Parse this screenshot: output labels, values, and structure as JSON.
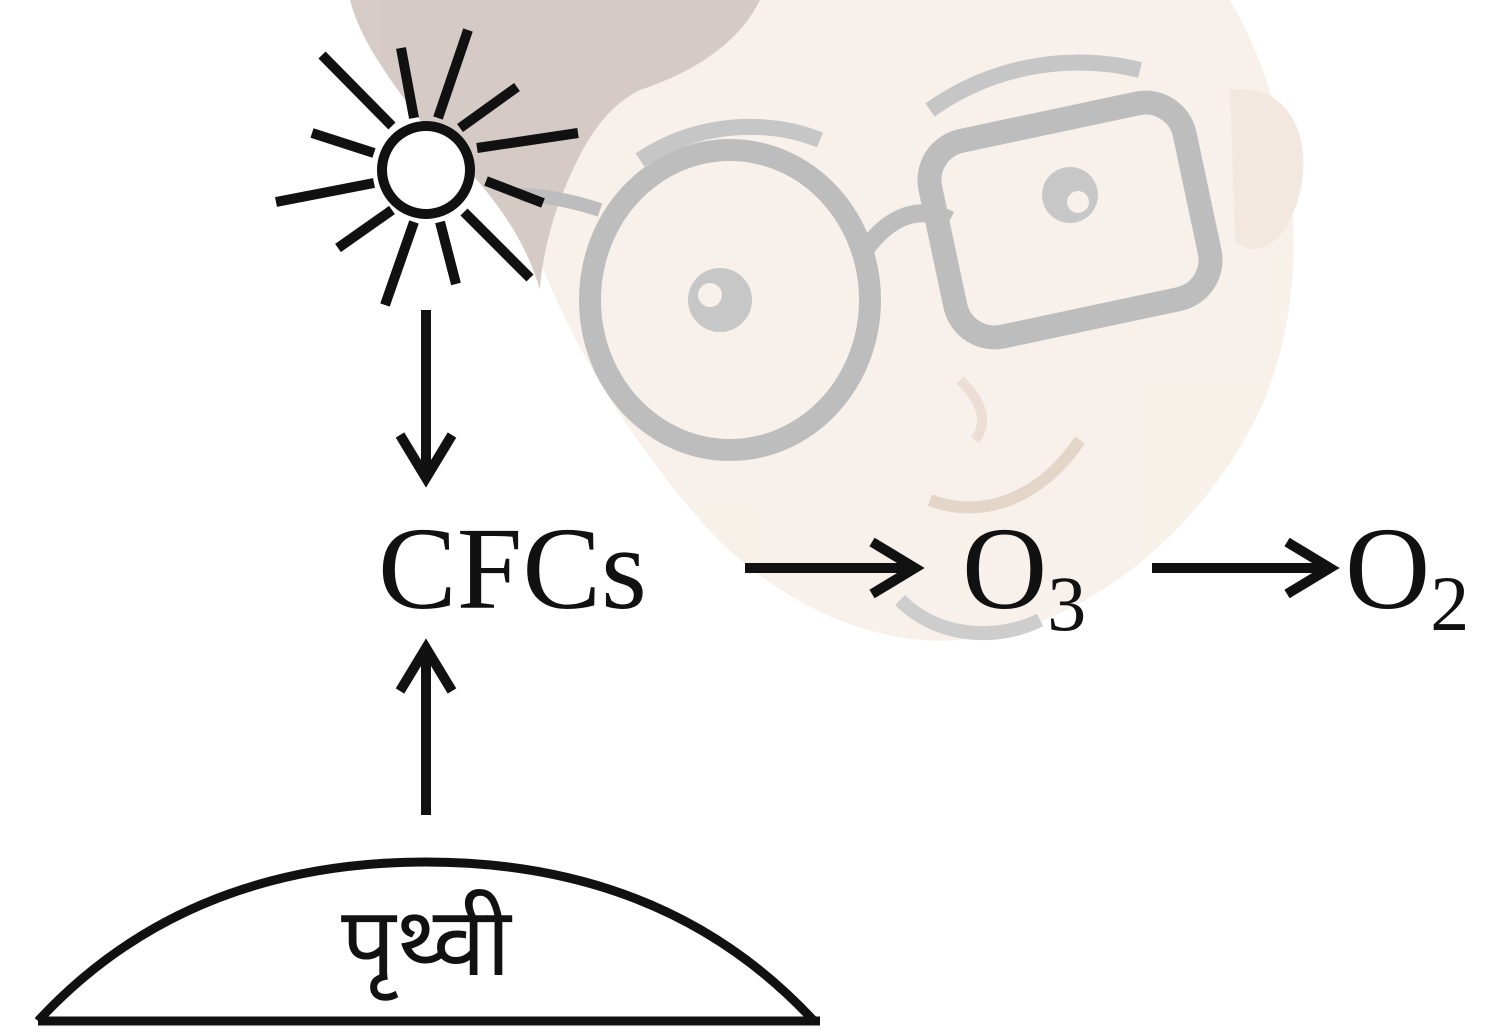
{
  "diagram": {
    "nodes": {
      "cfcs": {
        "label": "CFCs"
      },
      "ozone": {
        "label": "O",
        "subscript": "3"
      },
      "oxygen": {
        "label": "O",
        "subscript": "2"
      },
      "earth": {
        "label": "पृथ्वी"
      }
    },
    "icons": {
      "sun": "sun-icon",
      "watermark": "cartoon-face-watermark"
    },
    "edges": [
      {
        "from": "sun",
        "to": "cfcs"
      },
      {
        "from": "earth",
        "to": "cfcs"
      },
      {
        "from": "cfcs",
        "to": "ozone"
      },
      {
        "from": "ozone",
        "to": "oxygen"
      }
    ],
    "colors": {
      "ink": "#111111",
      "watermark_skin": "#f6ece3",
      "watermark_hair": "#c9b9b4",
      "watermark_glasses": "#a8a8a8"
    }
  }
}
